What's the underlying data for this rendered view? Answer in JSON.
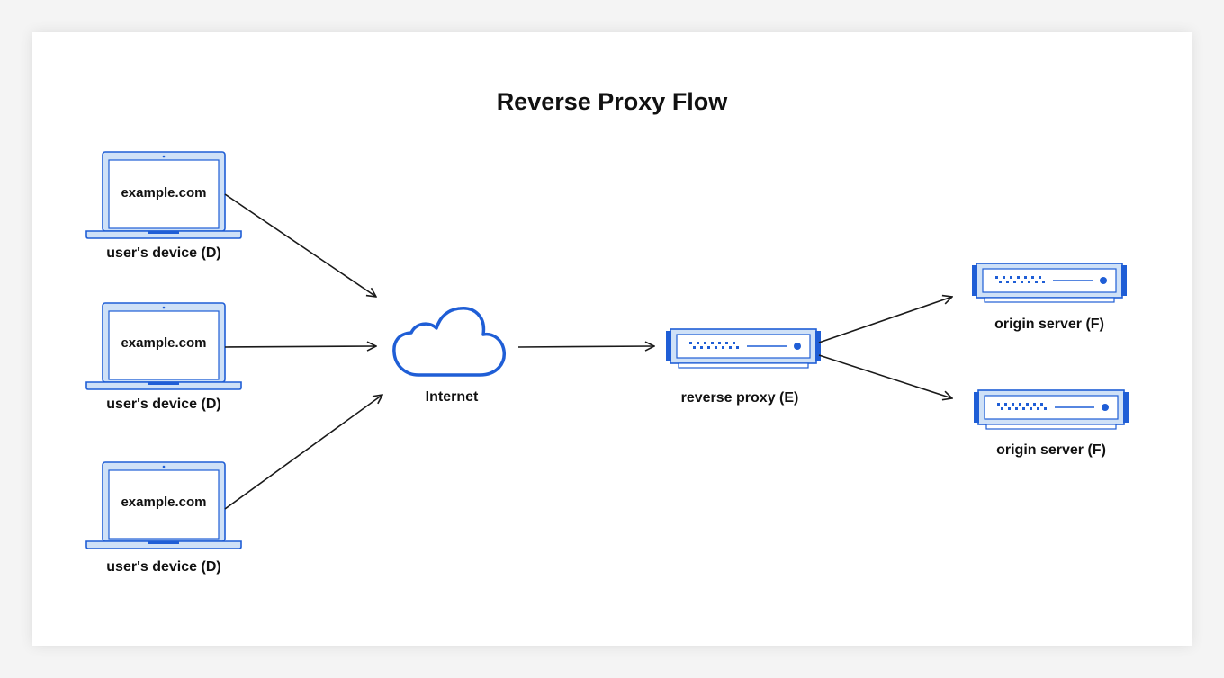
{
  "title": "Reverse Proxy Flow",
  "colors": {
    "blue": "#1f5ed6",
    "light_blue": "#cfe1f7",
    "arrow": "#1a1a1a"
  },
  "devices": [
    {
      "screen_text": "example.com",
      "label": "user's device (D)"
    },
    {
      "screen_text": "example.com",
      "label": "user's device (D)"
    },
    {
      "screen_text": "example.com",
      "label": "user's device (D)"
    }
  ],
  "internet": {
    "label": "Internet",
    "icon": "cloud-icon"
  },
  "proxy": {
    "label": "reverse proxy (E)",
    "icon": "server-icon"
  },
  "origins": [
    {
      "label": "origin server (F)",
      "icon": "server-icon"
    },
    {
      "label": "origin server (F)",
      "icon": "server-icon"
    }
  ]
}
